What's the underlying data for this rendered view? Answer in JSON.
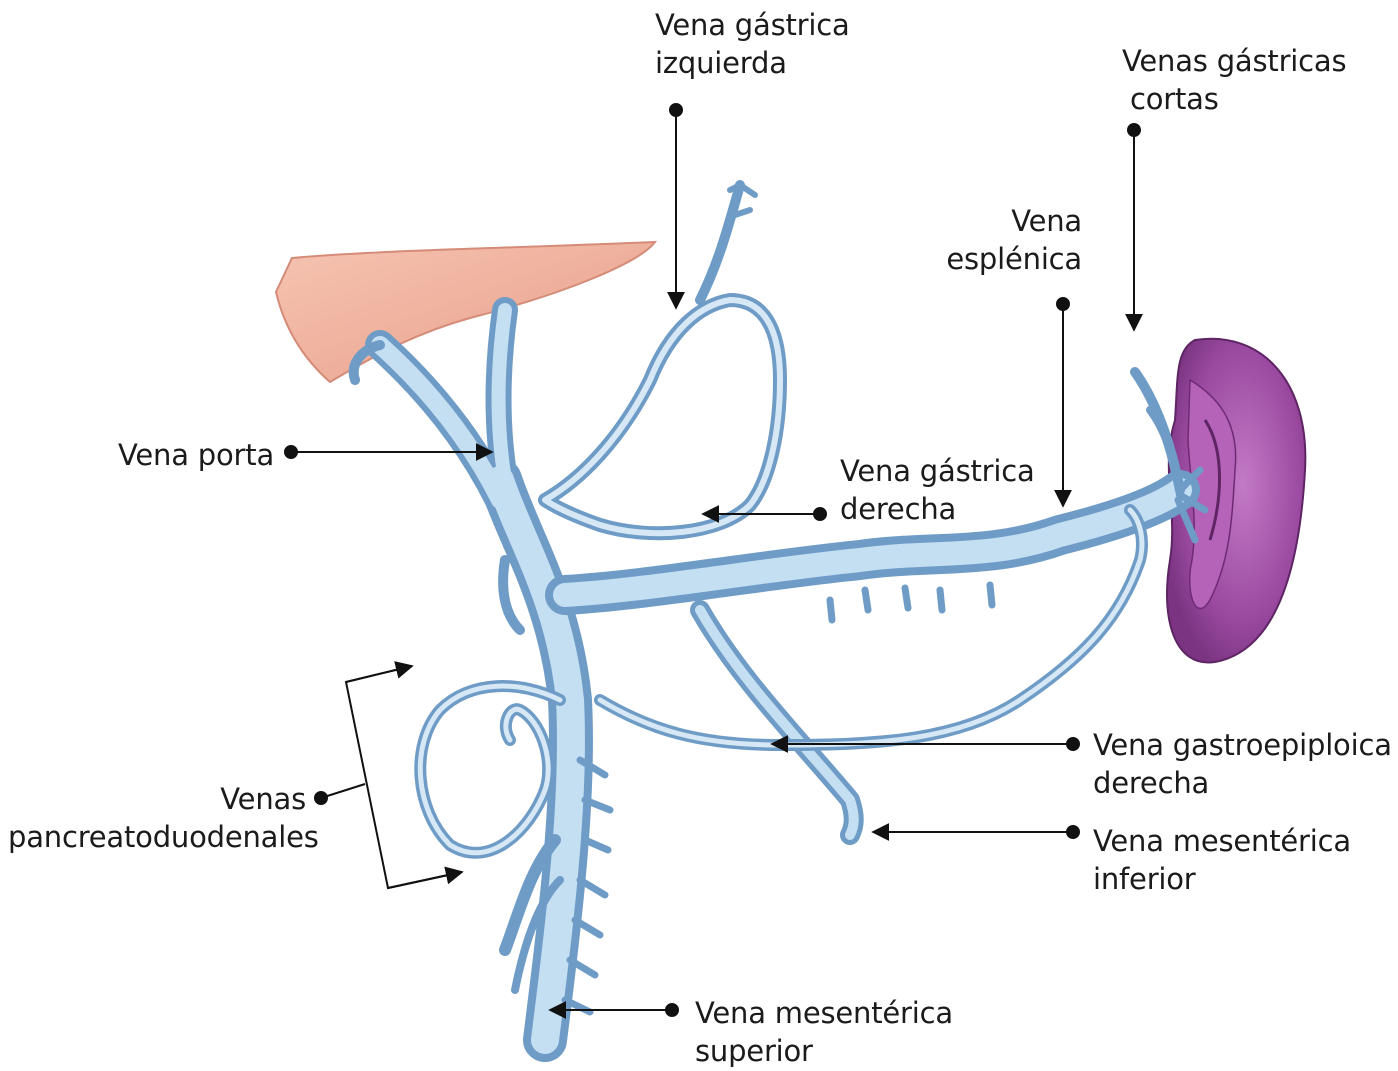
{
  "labels": {
    "left_gastric": [
      "Vena gástrica",
      "izquierda"
    ],
    "short_gastric": [
      "Venas gástricas",
      "cortas"
    ],
    "splenic": [
      "Vena",
      "esplénica"
    ],
    "portal": [
      "Vena porta"
    ],
    "right_gastric": [
      "Vena gástrica",
      "derecha"
    ],
    "pancreaticoduodenal": [
      "Venas",
      "pancreatoduodenales"
    ],
    "right_gastroepiploic": [
      "Vena gastroepiploica",
      "derecha"
    ],
    "inferior_mesenteric": [
      "Vena mesentérica",
      "inferior"
    ],
    "superior_mesenteric": [
      "Vena mesentérica",
      "superior"
    ]
  },
  "colors": {
    "vein": "#a9cbe8",
    "vein_dark": "#6f9cc6",
    "vein_light": "#d6e8f6",
    "liver": "#f0b6a3",
    "liver_dark": "#d98e7a",
    "spleen": "#9b4aa0",
    "spleen_dark": "#6e2b74",
    "spleen_light": "#c77fc9",
    "leader": "#111111"
  }
}
